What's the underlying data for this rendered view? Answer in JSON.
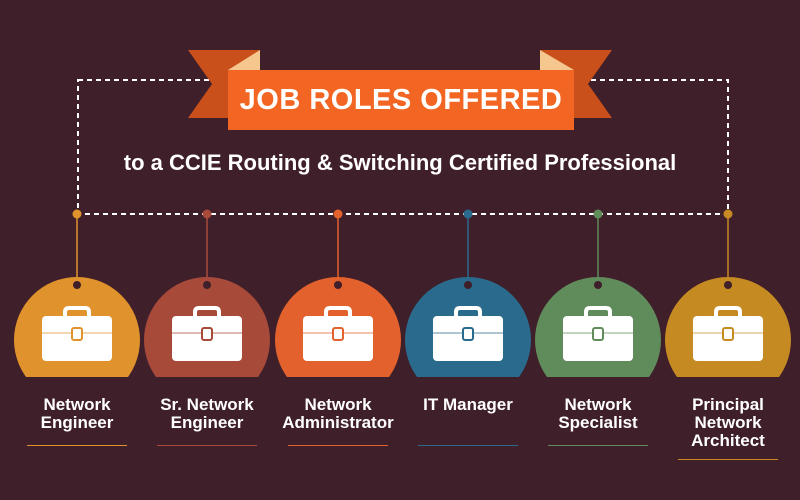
{
  "banner": {
    "title": "JOB ROLES OFFERED",
    "subtitle": "to a CCIE Routing & Switching Certified Professional",
    "ribbon_color": "#f26522",
    "ribbon_dark": "#c9501b",
    "ribbon_fold": "#f5c78f"
  },
  "roles": [
    {
      "lines": [
        "Network",
        "Engineer"
      ],
      "color": "#e0922c",
      "icon": "briefcase-icon"
    },
    {
      "lines": [
        "Sr. Network",
        "Engineer"
      ],
      "color": "#a84a3a",
      "icon": "briefcase-icon"
    },
    {
      "lines": [
        "Network",
        "Administrator"
      ],
      "color": "#e2612c",
      "icon": "briefcase-icon"
    },
    {
      "lines": [
        "IT Manager"
      ],
      "color": "#2a6a8c",
      "icon": "briefcase-icon"
    },
    {
      "lines": [
        "Network",
        "Specialist"
      ],
      "color": "#5f8c5a",
      "icon": "briefcase-icon"
    },
    {
      "lines": [
        "Principal",
        "Network",
        "Architect"
      ],
      "color": "#c68a23",
      "icon": "briefcase-icon"
    }
  ]
}
